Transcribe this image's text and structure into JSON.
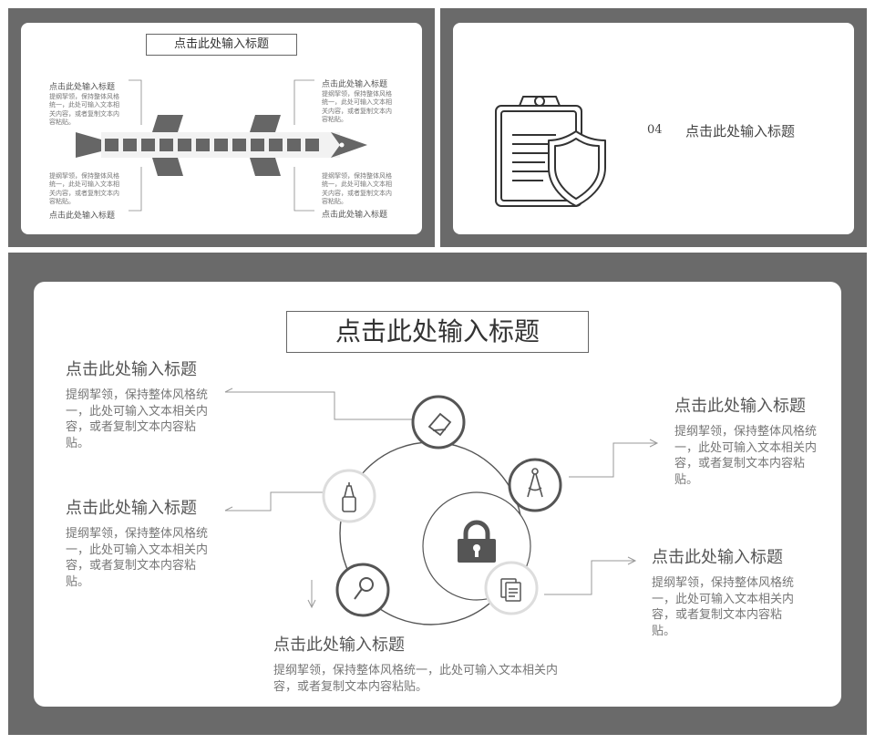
{
  "colors": {
    "frame": "#6a6a6a",
    "card": "#ffffff",
    "accent": "#555555"
  },
  "slide_a": {
    "title": "点击此处输入标题",
    "blocks": [
      {
        "heading": "点击此处输入标题",
        "text": "提纲挈领，保持整体风格统一，此处可输入文本相关内容，或者复制文本内容粘贴。"
      },
      {
        "heading": "点击此处输入标题",
        "text": "提纲挈领，保持整体风格统一，此处可输入文本相关内容，或者复制文本内容粘贴。"
      },
      {
        "heading": "点击此处输入标题",
        "text": "提纲挈领，保持整体风格统一，此处可输入文本相关内容，或者复制文本内容粘贴。"
      },
      {
        "heading": "点击此处输入标题",
        "text": "提纲挈领，保持整体风格统一，此处可输入文本相关内容，或者复制文本内容粘贴。"
      }
    ]
  },
  "slide_b": {
    "number": "04",
    "title": "点击此处输入标题",
    "icon": "clipboard-shield-icon"
  },
  "slide_c": {
    "title": "点击此处输入标题",
    "center_icon": "lock-icon",
    "items": [
      {
        "heading": "点击此处输入标题",
        "text": "提纲挈领，保持整体风格统一，此处可输入文本相关内容，或者复制文本内容粘贴。",
        "icon": "eraser-icon"
      },
      {
        "heading": "点击此处输入标题",
        "text": "提纲挈领，保持整体风格统一，此处可输入文本相关内容，或者复制文本内容粘贴。",
        "icon": "marker-icon"
      },
      {
        "heading": "点击此处输入标题",
        "text": "提纲挈领，保持整体风格统一，此处可输入文本相关内容，或者复制文本内容粘贴。",
        "icon": "compass-icon"
      },
      {
        "heading": "点击此处输入标题",
        "text": "提纲挈领，保持整体风格统一，此处可输入文本相关内容，或者复制文本内容粘贴。",
        "icon": "documents-icon"
      },
      {
        "heading": "点击此处输入标题",
        "text": "提纲挈领，保持整体风格统一，此处可输入文本相关内容，或者复制文本内容粘贴。",
        "icon": "magnifier-icon"
      }
    ]
  }
}
